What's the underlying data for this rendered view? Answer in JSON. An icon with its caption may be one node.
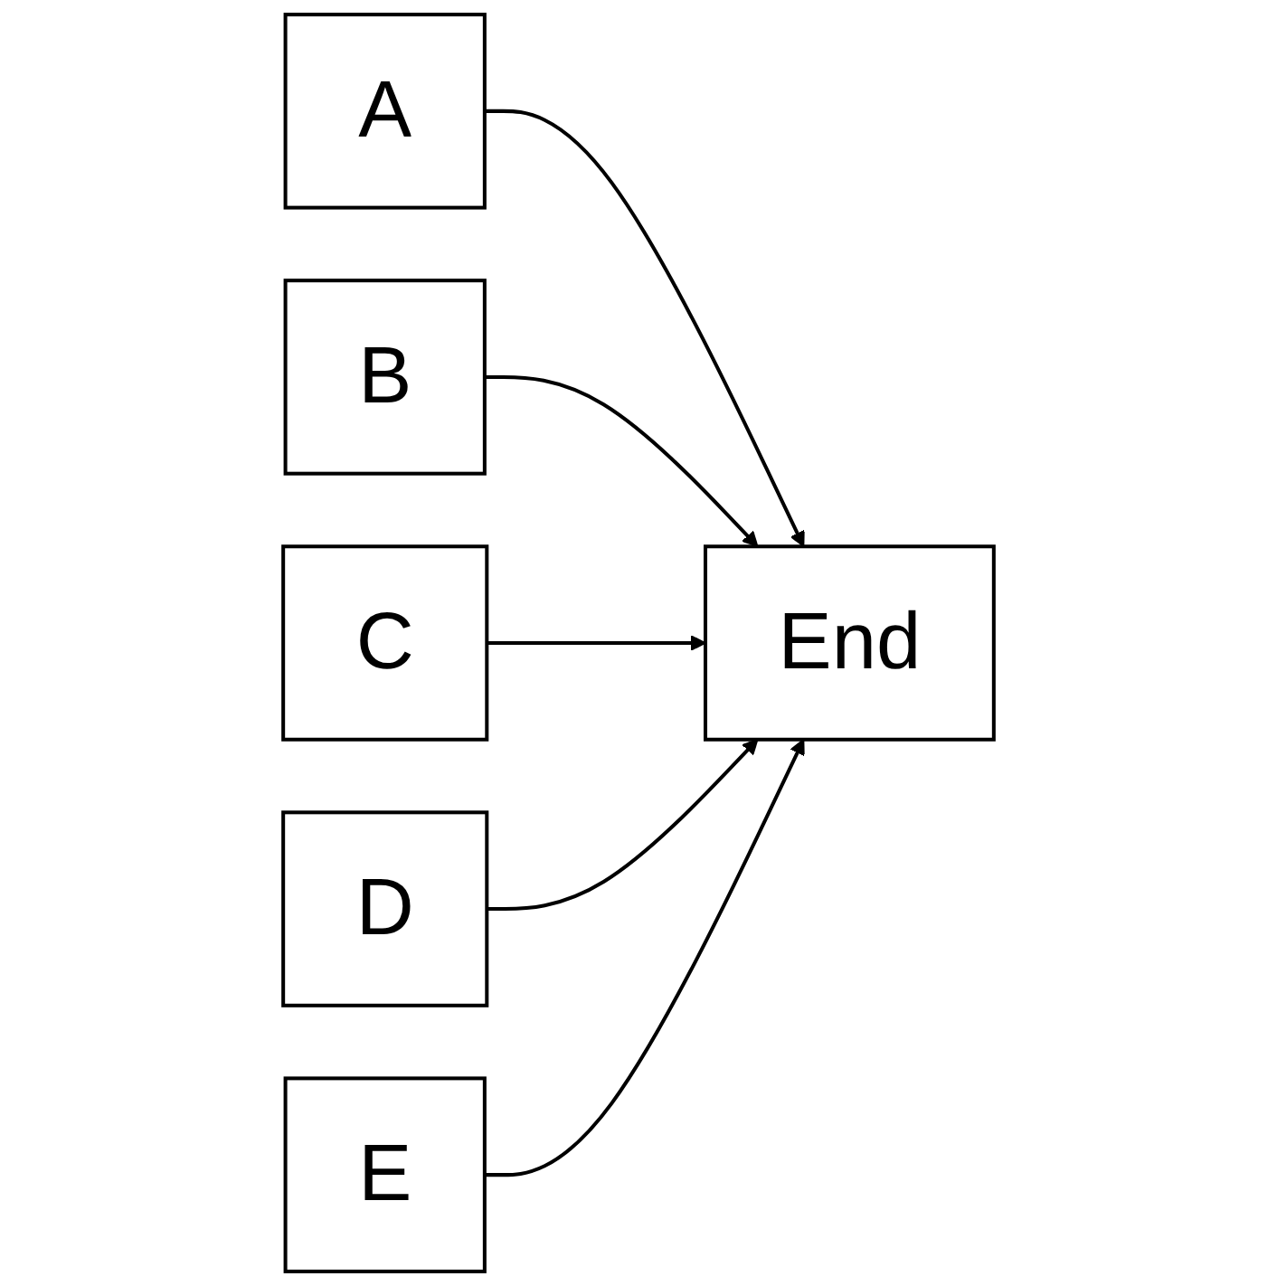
{
  "diagram": {
    "nodes": [
      {
        "text": [
          "A"
        ]
      },
      {
        "text": [
          "B"
        ]
      },
      {
        "text": [
          "C"
        ]
      },
      {
        "text": [
          "D"
        ]
      },
      {
        "text": [
          "E"
        ]
      },
      {
        "text": [
          "End"
        ]
      }
    ],
    "edges": [
      {
        "from": 0,
        "to": 5,
        "arrow": "to"
      },
      {
        "from": 1,
        "to": 5,
        "arrow": "to"
      },
      {
        "from": 2,
        "to": 5,
        "arrow": "to"
      },
      {
        "from": 3,
        "to": 5,
        "arrow": "to"
      },
      {
        "from": 4,
        "to": 5,
        "arrow": "to"
      }
    ]
  }
}
